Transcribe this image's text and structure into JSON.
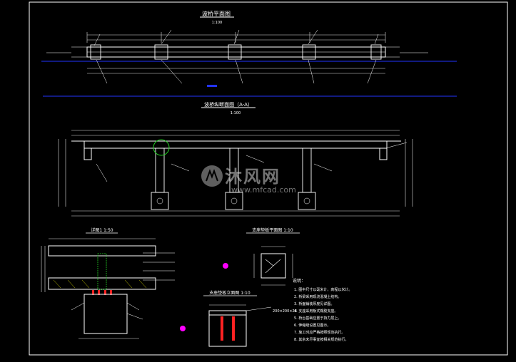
{
  "drawing": {
    "plan_title": "波桥平面图",
    "plan_scale": "1:100",
    "elevation_title": "波桥纵断面图（A-A）",
    "elevation_scale": "1:100",
    "detail1_title": "详图1 1:50",
    "pad_plan_title": "支座垫板平面图 1:10",
    "pad_elev_title": "支座垫板立面图 1:10",
    "pad_spec": "200×200×28",
    "notes_title": "说明：",
    "notes": [
      "1. 图中尺寸以毫米计，高程以米计。",
      "2. 桥梁采用现浇混凝土结构。",
      "3. 桥面铺装厚度见详图。",
      "4. 支座采用板式橡胶支座。",
      "5. 桥台基础应置于持力层上。",
      "6. 伸缩缝设置见图示。",
      "7. 施工时应严格按照规范执行。",
      "8. 其余未尽事宜按相关规范执行。"
    ]
  },
  "watermark": {
    "brand": "沐风网",
    "url": "www.mfcad.com"
  },
  "colors": {
    "background": "#000000",
    "lines": "#ffffff",
    "water": "#2233ff",
    "dims": "#dddddd",
    "highlight": "#ff00ff",
    "rebar": "#ff2222",
    "detail_circle": "#22cc22",
    "hatch": "#ffff00"
  }
}
